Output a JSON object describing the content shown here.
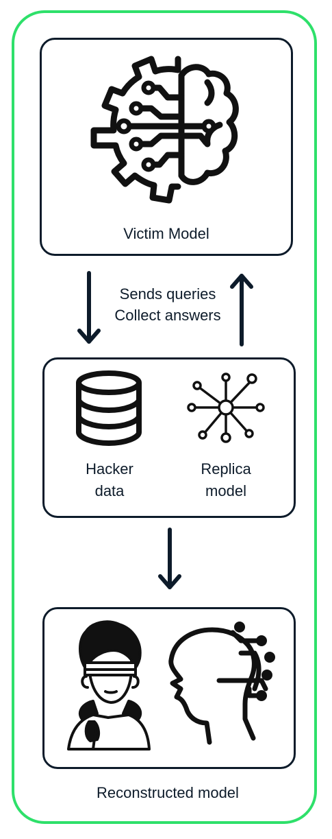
{
  "victim": {
    "label": "Victim Model"
  },
  "flow": {
    "line1": "Sends queries",
    "line2": "Collect answers"
  },
  "hacker": {
    "line1": "Hacker",
    "line2": "data"
  },
  "replica": {
    "line1": "Replica",
    "line2": "model"
  },
  "reconstructed": {
    "label": "Reconstructed model"
  },
  "colors": {
    "frame": "#2ee06a",
    "ink": "#0d1b2a",
    "background": "#ffffff"
  },
  "icons": [
    "gear-brain-icon",
    "database-icon",
    "network-node-icon",
    "hacker-person-icon",
    "ai-head-icon",
    "arrow-down-icon",
    "arrow-up-icon"
  ]
}
